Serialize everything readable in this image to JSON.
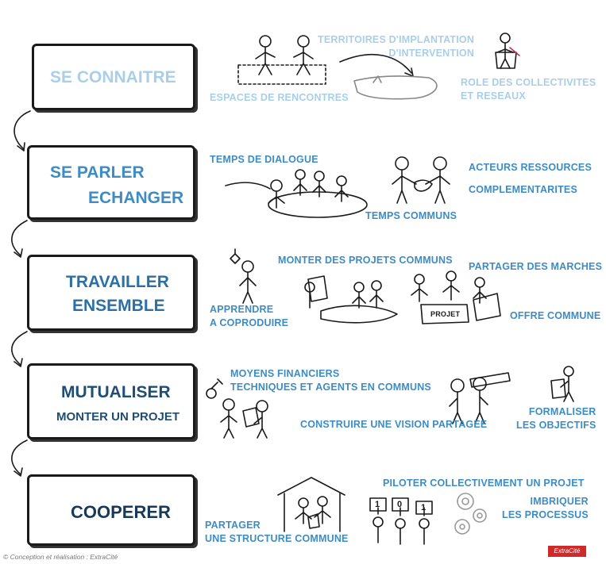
{
  "steps": [
    {
      "lines": [
        "SE CONNAITRE"
      ]
    },
    {
      "lines": [
        "SE PARLER",
        "ECHANGER"
      ]
    },
    {
      "lines": [
        "TRAVAILLER",
        "ENSEMBLE"
      ]
    },
    {
      "lines": [
        "MUTUALISER",
        "MONTER UN PROJET"
      ]
    },
    {
      "lines": [
        "COOPERER"
      ]
    }
  ],
  "labels": {
    "territoires": [
      "TERRITOIRES D'IMPLANTATION",
      "D'INTERVENTION"
    ],
    "espaces": "ESPACES DE RENCONTRES",
    "role": [
      "ROLE DES COLLECTIVITES",
      "ET RESEAUX"
    ],
    "dialogue": "TEMPS DE DIALOGUE",
    "acteurs": "ACTEURS RESSOURCES",
    "complementarites": "COMPLEMENTARITES",
    "temps_communs": "TEMPS COMMUNS",
    "monter_projets": "MONTER DES PROJETS COMMUNS",
    "partager_marches": "PARTAGER DES MARCHES",
    "apprendre": [
      "APPRENDRE",
      "A COPRODUIRE"
    ],
    "offre": "OFFRE COMMUNE",
    "projet_sign": "PROJET",
    "moyens": [
      "MOYENS FINANCIERS",
      "TECHNIQUES ET AGENTS EN COMMUNS"
    ],
    "vision": "CONSTRUIRE UNE VISION PARTAGEE",
    "formaliser": [
      "FORMALISER",
      "LES OBJECTIFS"
    ],
    "piloter": "PILOTER COLLECTIVEMENT UN PROJET",
    "imbriquer": [
      "IMBRIQUER",
      "LES PROCESSUS"
    ],
    "partager_structure": [
      "PARTAGER",
      "UNE STRUCTURE COMMUNE"
    ],
    "signs": [
      "1",
      "0",
      "1"
    ]
  },
  "credit": "© Conception et réalisation : ExtraCité",
  "brand": "ExtraCité",
  "colors": {
    "accent": "#3d8cc4",
    "accent_light": "#a9cfe8",
    "ink": "#1a1a1a",
    "brand": "#cf2a2a"
  }
}
